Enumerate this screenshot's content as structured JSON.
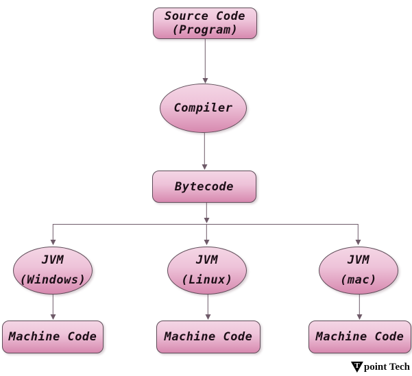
{
  "colors": {
    "background": "#ffffff",
    "node_fill_top": "#f4d6e5",
    "node_fill_bottom": "#d789af",
    "node_border": "#5d4b57",
    "connector": "#6e5a68",
    "text": "#1b0e16",
    "watermark_text": "#0d0d0d"
  },
  "nodes": {
    "source_code": {
      "line1": "Source Code",
      "line2": "(Program)"
    },
    "compiler": {
      "label": "Compiler"
    },
    "bytecode": {
      "label": "Bytecode"
    },
    "jvm_windows": {
      "line1": "JVM",
      "line2": "(Windows)"
    },
    "jvm_linux": {
      "line1": "JVM",
      "line2": "(Linux)"
    },
    "jvm_mac": {
      "line1": "JVM",
      "line2": "(mac)"
    },
    "machine_code_windows": {
      "label": "Machine Code"
    },
    "machine_code_linux": {
      "label": "Machine Code"
    },
    "machine_code_mac": {
      "label": "Machine Code"
    }
  },
  "watermark": {
    "logo_letter": "T",
    "brand_text": "point Tech"
  }
}
